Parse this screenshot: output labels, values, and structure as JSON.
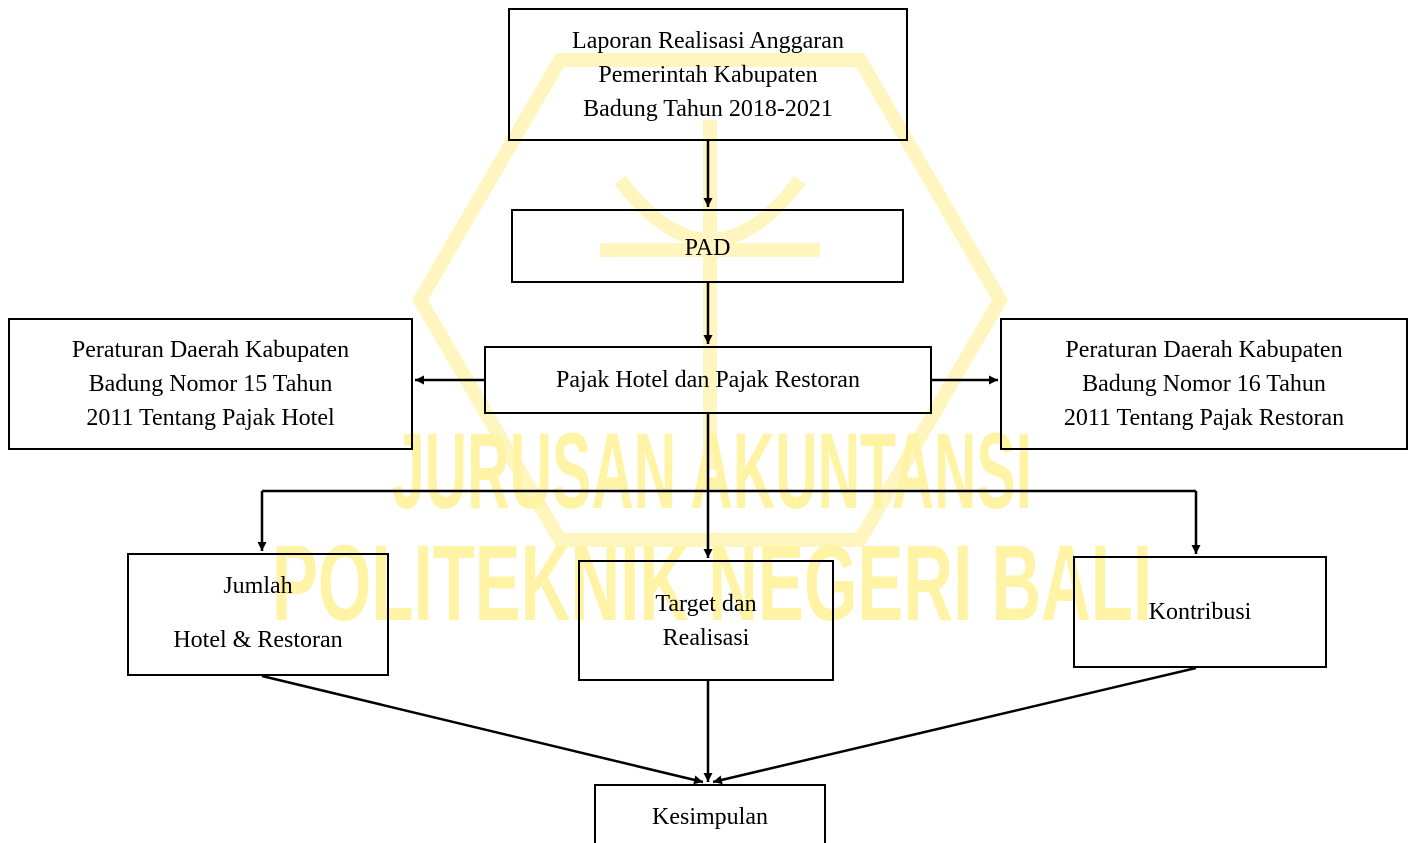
{
  "diagram": {
    "nodes": {
      "laporan": {
        "lines": [
          "Laporan Realisasi Anggaran",
          "Pemerintah Kabupaten",
          "Badung Tahun 2018-2021"
        ]
      },
      "pad": {
        "label": "PAD"
      },
      "pajak": {
        "label": "Pajak Hotel dan Pajak Restoran"
      },
      "perda15": {
        "lines": [
          "Peraturan Daerah Kabupaten",
          "Badung Nomor 15 Tahun",
          "2011 Tentang Pajak Hotel"
        ]
      },
      "perda16": {
        "lines": [
          "Peraturan Daerah Kabupaten",
          "Badung Nomor 16 Tahun",
          "2011 Tentang Pajak Restoran"
        ]
      },
      "jumlah": {
        "lines": [
          "Jumlah",
          "Hotel & Restoran"
        ]
      },
      "target": {
        "lines": [
          "Target dan",
          "Realisasi"
        ]
      },
      "kontribusi": {
        "label": "Kontribusi"
      },
      "kesimpulan": {
        "label": "Kesimpulan"
      }
    },
    "edges": [
      {
        "from": "laporan",
        "to": "pad"
      },
      {
        "from": "pad",
        "to": "pajak"
      },
      {
        "from": "pajak",
        "to": "perda15"
      },
      {
        "from": "pajak",
        "to": "perda16"
      },
      {
        "from": "pajak",
        "to": "jumlah"
      },
      {
        "from": "pajak",
        "to": "target"
      },
      {
        "from": "pajak",
        "to": "kontribusi"
      },
      {
        "from": "jumlah",
        "to": "kesimpulan"
      },
      {
        "from": "target",
        "to": "kesimpulan"
      },
      {
        "from": "kontribusi",
        "to": "kesimpulan"
      }
    ]
  },
  "watermark": {
    "line1": "JURUSAN AKUNTANSI",
    "line2": "POLITEKNIK NEGERI BALI",
    "color": "#fff3a6"
  }
}
